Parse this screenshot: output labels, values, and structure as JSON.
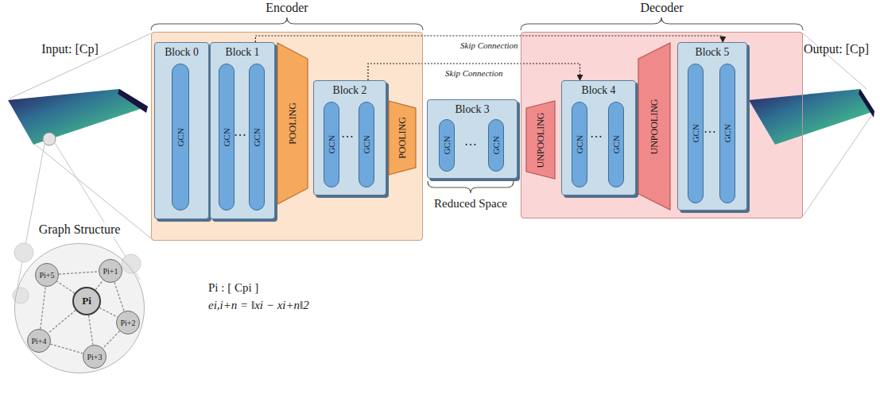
{
  "diagram": {
    "nodes": [
      {
        "text": [
          "Encoder"
        ]
      },
      {
        "text": [
          "Block 0"
        ],
        "in": 0
      },
      {
        "text": [
          "GCN"
        ],
        "in": 1
      },
      {
        "text": [
          "Block 1"
        ],
        "in": 0
      },
      {
        "text": [
          "GCN"
        ],
        "in": 3
      },
      {
        "text": [
          "GCN"
        ],
        "in": 3
      },
      {
        "text": [
          "POOLING"
        ],
        "in": 0
      },
      {
        "text": [
          "Block 2"
        ],
        "in": 0
      },
      {
        "text": [
          "GCN"
        ],
        "in": 7
      },
      {
        "text": [
          "GCN"
        ],
        "in": 7
      },
      {
        "text": [
          "POOLING"
        ],
        "in": 0
      },
      {
        "text": [
          "Block 3"
        ]
      },
      {
        "text": [
          "GCN"
        ],
        "in": 11
      },
      {
        "text": [
          "GCN"
        ],
        "in": 11
      },
      {
        "text": [
          "Decoder"
        ]
      },
      {
        "text": [
          "UNPOOLING"
        ],
        "in": 14
      },
      {
        "text": [
          "Block 4"
        ],
        "in": 14
      },
      {
        "text": [
          "GCN"
        ],
        "in": 16
      },
      {
        "text": [
          "GCN"
        ],
        "in": 16
      },
      {
        "text": [
          "UNPOOLING"
        ],
        "in": 14
      },
      {
        "text": [
          "Block 5"
        ],
        "in": 14
      },
      {
        "text": [
          "GCN"
        ],
        "in": 20
      },
      {
        "text": [
          "GCN"
        ],
        "in": 20
      },
      {
        "text": [
          "Graph Structure"
        ]
      },
      {
        "text": [
          "Pi"
        ],
        "in": 23
      },
      {
        "text": [
          "Pi+1"
        ],
        "in": 23
      },
      {
        "text": [
          "Pi+2"
        ],
        "in": 23
      },
      {
        "text": [
          "Pi+3"
        ],
        "in": 23
      },
      {
        "text": [
          "Pi+4"
        ],
        "in": 23
      },
      {
        "text": [
          "Pi+5"
        ],
        "in": 23
      }
    ],
    "edges": [
      {
        "from": 3,
        "to": 20,
        "arrow": "to",
        "label": "Skip Connection"
      },
      {
        "from": 7,
        "to": 16,
        "arrow": "to",
        "label": "Skip Connection"
      },
      {
        "from": 24,
        "to": 25,
        "arrow": "none"
      },
      {
        "from": 24,
        "to": 26,
        "arrow": "none"
      },
      {
        "from": 24,
        "to": 27,
        "arrow": "none"
      },
      {
        "from": 24,
        "to": 28,
        "arrow": "none"
      },
      {
        "from": 24,
        "to": 29,
        "arrow": "none"
      },
      {
        "from": 25,
        "to": 26,
        "arrow": "none"
      },
      {
        "from": 26,
        "to": 27,
        "arrow": "none"
      },
      {
        "from": 27,
        "to": 28,
        "arrow": "none"
      },
      {
        "from": 28,
        "to": 29,
        "arrow": "none"
      },
      {
        "from": 29,
        "to": 25,
        "arrow": "none"
      }
    ],
    "labels": [
      "Input: [Cp]",
      "Output: [Cp]",
      "Reduced Space",
      "…",
      "…",
      "…",
      "…",
      "…",
      "Pi : [ Cpi ]",
      "ei,i+n = ‖xi − xi+n‖2"
    ]
  }
}
